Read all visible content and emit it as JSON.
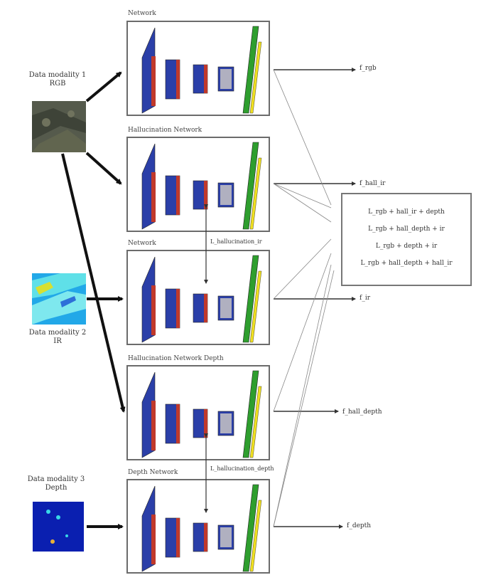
{
  "modalities": [
    {
      "label_line1": "Data modality 1",
      "label_line2": "RGB"
    },
    {
      "label_line1": "Data modality 2",
      "label_line2": "IR"
    },
    {
      "label_line1": "Data modality 3",
      "label_line2": "Depth"
    }
  ],
  "networks": [
    {
      "title": "Network"
    },
    {
      "title": "Hallucination Network"
    },
    {
      "title": "Network"
    },
    {
      "title": "Hallucination Network Depth"
    },
    {
      "title": "Depth Network"
    }
  ],
  "outputs": [
    "f_rgb",
    "f_hall_ir",
    "f_ir",
    "f_hall_depth",
    "f_depth"
  ],
  "links": [
    "L_hallucination_ir",
    "L_hallucination_depth"
  ],
  "losses": [
    "L_rgb + hall_ir + depth",
    "L_rgb + hall_depth + ir",
    "L_rgb + depth + ir",
    "L_rgb + hall_depth + hall_ir"
  ],
  "colors": {
    "blue_layer": "#2b3fa8",
    "red_layer": "#c0392b",
    "green_layer": "#2e9e2e",
    "yellow_layer": "#f0e020",
    "frame": "#6b6b6b"
  }
}
